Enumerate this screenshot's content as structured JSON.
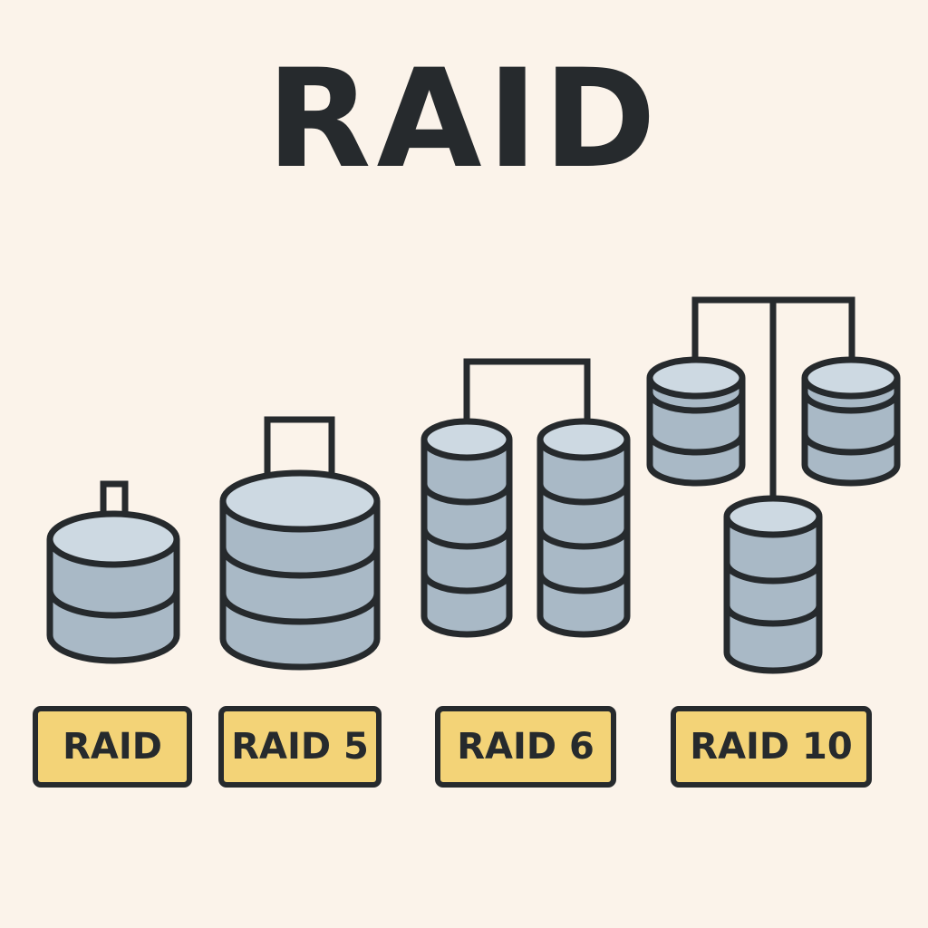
{
  "title": "RAID",
  "levels": [
    {
      "label": "RAID"
    },
    {
      "label": "RAID 5"
    },
    {
      "label": "RAID 6"
    },
    {
      "label": "RAID 10"
    }
  ],
  "colors": {
    "background": "#fbf3ea",
    "ink": "#262a2d",
    "disk_fill": "#a9b9c6",
    "disk_top": "#cdd9e2",
    "label_fill": "#f3d377"
  }
}
